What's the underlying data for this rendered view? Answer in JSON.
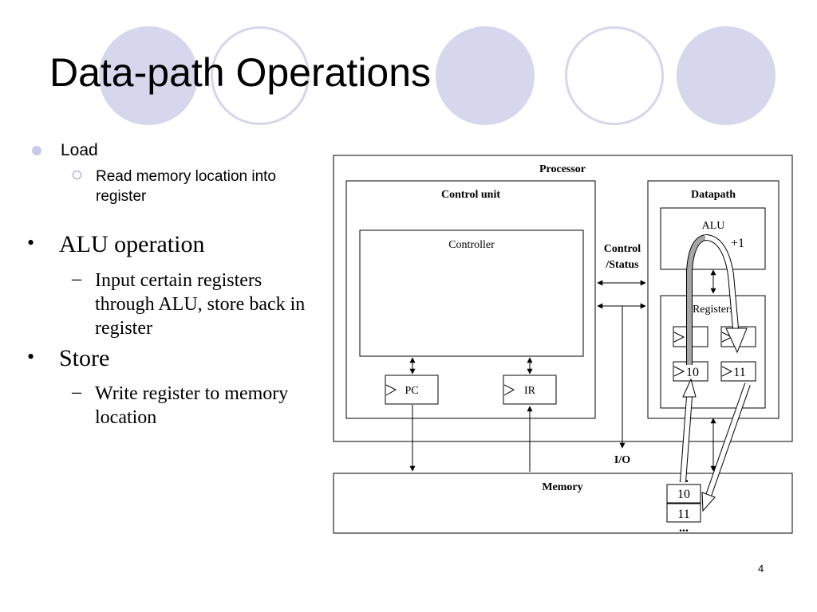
{
  "slide": {
    "title": "Data-path Operations",
    "page_number": "4"
  },
  "bullets": [
    {
      "text": "Load",
      "sub": [
        "Read memory location into register"
      ]
    },
    {
      "text": "ALU operation",
      "sub": [
        "Input certain registers through ALU, store back in register"
      ]
    },
    {
      "text": "Store",
      "sub": [
        "Write register to memory location"
      ]
    }
  ],
  "diagram": {
    "processor": "Processor",
    "control_unit": "Control unit",
    "controller": "Controller",
    "pc": "PC",
    "ir": "IR",
    "control_status": [
      "Control",
      "/Status"
    ],
    "datapath": "Datapath",
    "alu": "ALU",
    "plus_one": "+1",
    "registers": "Registers",
    "reg_10": "10",
    "reg_11": "11",
    "io": "I/O",
    "memory": "Memory",
    "mem_10": "10",
    "mem_11": "11",
    "ellipsis": "..."
  },
  "colors": {
    "circle_fill": "#d6d6ec",
    "bullet_primary": "#c9c9ea",
    "gray_arrow": "#a6a6a6"
  }
}
